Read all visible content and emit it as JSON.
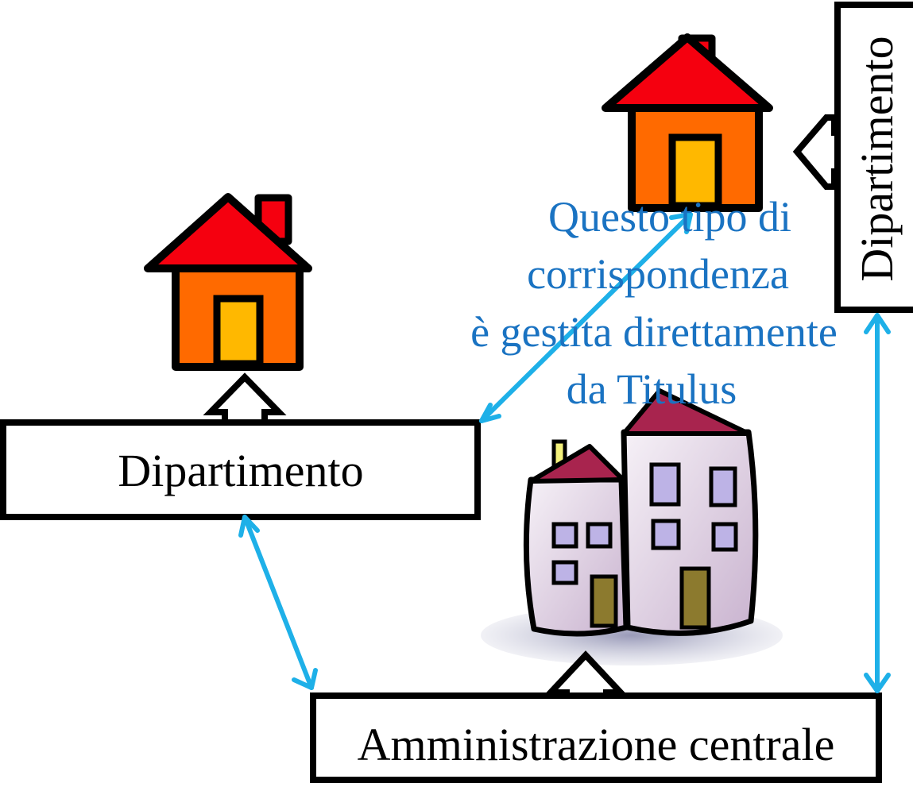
{
  "boxes": {
    "left_department": "Dipartimento",
    "right_department": "Dipartimento",
    "central_administration": "Amministrazione centrale"
  },
  "note": {
    "line1": "Questo tipo di",
    "line2": "corrispondenza",
    "line3": "è gestita direttamente",
    "line4": "da Titulus"
  },
  "colors": {
    "arrow": "#1EB0E8",
    "note_text": "#1A73C2",
    "house_roof": "#F5000F",
    "house_wall": "#FF6A00",
    "house_door": "#FFB800",
    "building_wall": "#E9DDEB",
    "building_roof": "#A8244E",
    "building_door": "#8C7A2E",
    "outline": "#000000"
  }
}
